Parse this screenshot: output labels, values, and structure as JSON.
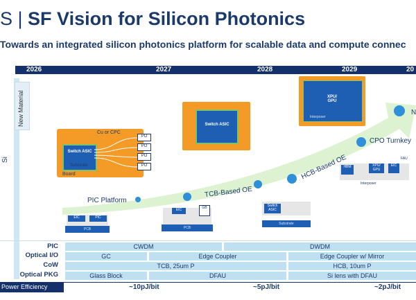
{
  "header": {
    "title_prefix": "S |",
    "title": "SF Vision for Silicon Photonics",
    "subtitle": "Towards an integrated silicon photonics platform for scalable data and compute connec"
  },
  "timeline": {
    "years": [
      "2026",
      "2027",
      "2028",
      "2029",
      "20"
    ]
  },
  "sidebar": {
    "new_material": "New Material",
    "si": "Si"
  },
  "roadmap": {
    "pic_platform": "PIC Platform",
    "tcb_oe": "TCB-Based OE",
    "hcb_oe": "HCB-Based OE",
    "cpo_turnkey": "CPO Turnkey",
    "next": "N"
  },
  "illustrations": {
    "switch_asic": "Switch ASIC",
    "substrate": "Substrate",
    "board": "Board",
    "cu_or_cpc": "Cu or CPC",
    "po": "PO",
    "oe": "OE",
    "eic": "EIC",
    "pic": "PIC",
    "pcb": "PCB",
    "gb": "GB",
    "hbm": "HBM",
    "xpu_gpu": "XPU/ GPU",
    "interposer": "Interposer",
    "fau": "FAU"
  },
  "rows": {
    "labels": [
      "PIC",
      "Optical I/O",
      "CoW",
      "Optical PKG",
      "Power Efficiency"
    ],
    "pic": [
      "CWDM",
      "DWDM"
    ],
    "optical_io": [
      "GC",
      "Edge Coupler",
      "Edge Coupler w/ Mirror"
    ],
    "cow": [
      "TCB, 25um P",
      "HCB, 10um P"
    ],
    "optical_pkg": [
      "Glass Block",
      "DFAU",
      "Si lens with DFAU"
    ],
    "power_efficiency": [
      "~10pJ/bit",
      "~5pJ/bit",
      "~2pJ/bit"
    ]
  },
  "colors": {
    "navy": "#13306a",
    "light_blue": "#bfe0f1",
    "orange": "#f39a27",
    "chip_blue": "#1f5fb3",
    "arrow_green": "#d6f0c8"
  }
}
